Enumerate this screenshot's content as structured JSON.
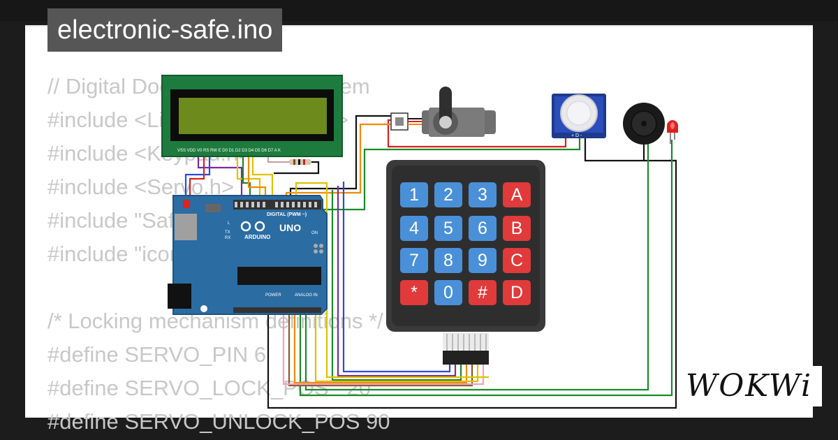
{
  "title": "electronic-safe.ino",
  "code_lines": [
    "// Digital Door Lock Alarm System",
    "#include <LiquidCrystal_I2C.h>",
    "#include <Keypad.h>",
    "#include <Servo.h>",
    "#include \"SafeState.h\"",
    "#include \"icons.h\"",
    "",
    "/* Locking mechanism definitions */",
    "#define SERVO_PIN 6",
    "#define SERVO_LOCK_POS   20",
    "#define SERVO_UNLOCK_POS 90"
  ],
  "keypad": {
    "rows": [
      [
        "1",
        "2",
        "3",
        "A"
      ],
      [
        "4",
        "5",
        "6",
        "B"
      ],
      [
        "7",
        "8",
        "9",
        "C"
      ],
      [
        "*",
        "0",
        "#",
        "D"
      ]
    ]
  },
  "lcd_pins": "VSS VDD V0 RS RW E D0 D1 D2 D3 D4 D5 D6 D7 A K",
  "arduino": {
    "brand": "UNO",
    "maker": "ARDUINO",
    "digital_label": "DIGITAL (PWM ~)",
    "power_label": "POWER",
    "analog_label": "ANALOG IN",
    "on_label": "ON",
    "tx_label": "TX",
    "rx_label": "RX",
    "l_label": "L"
  },
  "pir_label": "+ D -",
  "logo": "WOKWi",
  "colors": {
    "board": "#2b6ca3",
    "lcd_pcb": "#1e7b3e",
    "lcd_screen": "#6d8a1c",
    "wire_green": "#1a8a2a",
    "wire_black": "#111111"
  }
}
